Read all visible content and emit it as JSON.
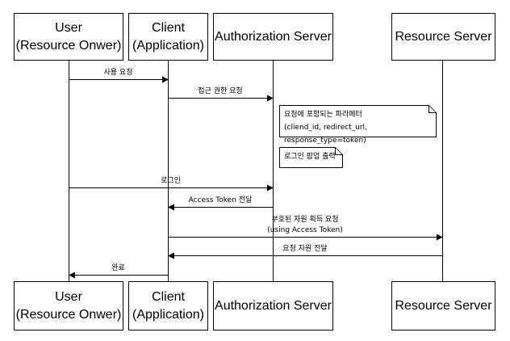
{
  "actors": {
    "user": {
      "line1": "User",
      "line2": "(Resource Onwer)"
    },
    "client": {
      "line1": "Client",
      "line2": "(Application)"
    },
    "auth": {
      "line1": "Authorization Server"
    },
    "resource": {
      "line1": "Resource Server"
    }
  },
  "messages": {
    "m1": "사용 요청",
    "m2": "접근 권한 요청",
    "m3": "로그인",
    "m4": "Access Token 전달",
    "m5_line1": "부호된 자원 획득 요청",
    "m5_line2": "(using Access Token)",
    "m6": "요청 자원 전달",
    "m7": "완료"
  },
  "notes": {
    "n1_line1": "요청에 포함되는 파라메터",
    "n1_line2": "(cliend_id, redirect_url, response_type=token)",
    "n2": "로그인 팝업 출력"
  }
}
